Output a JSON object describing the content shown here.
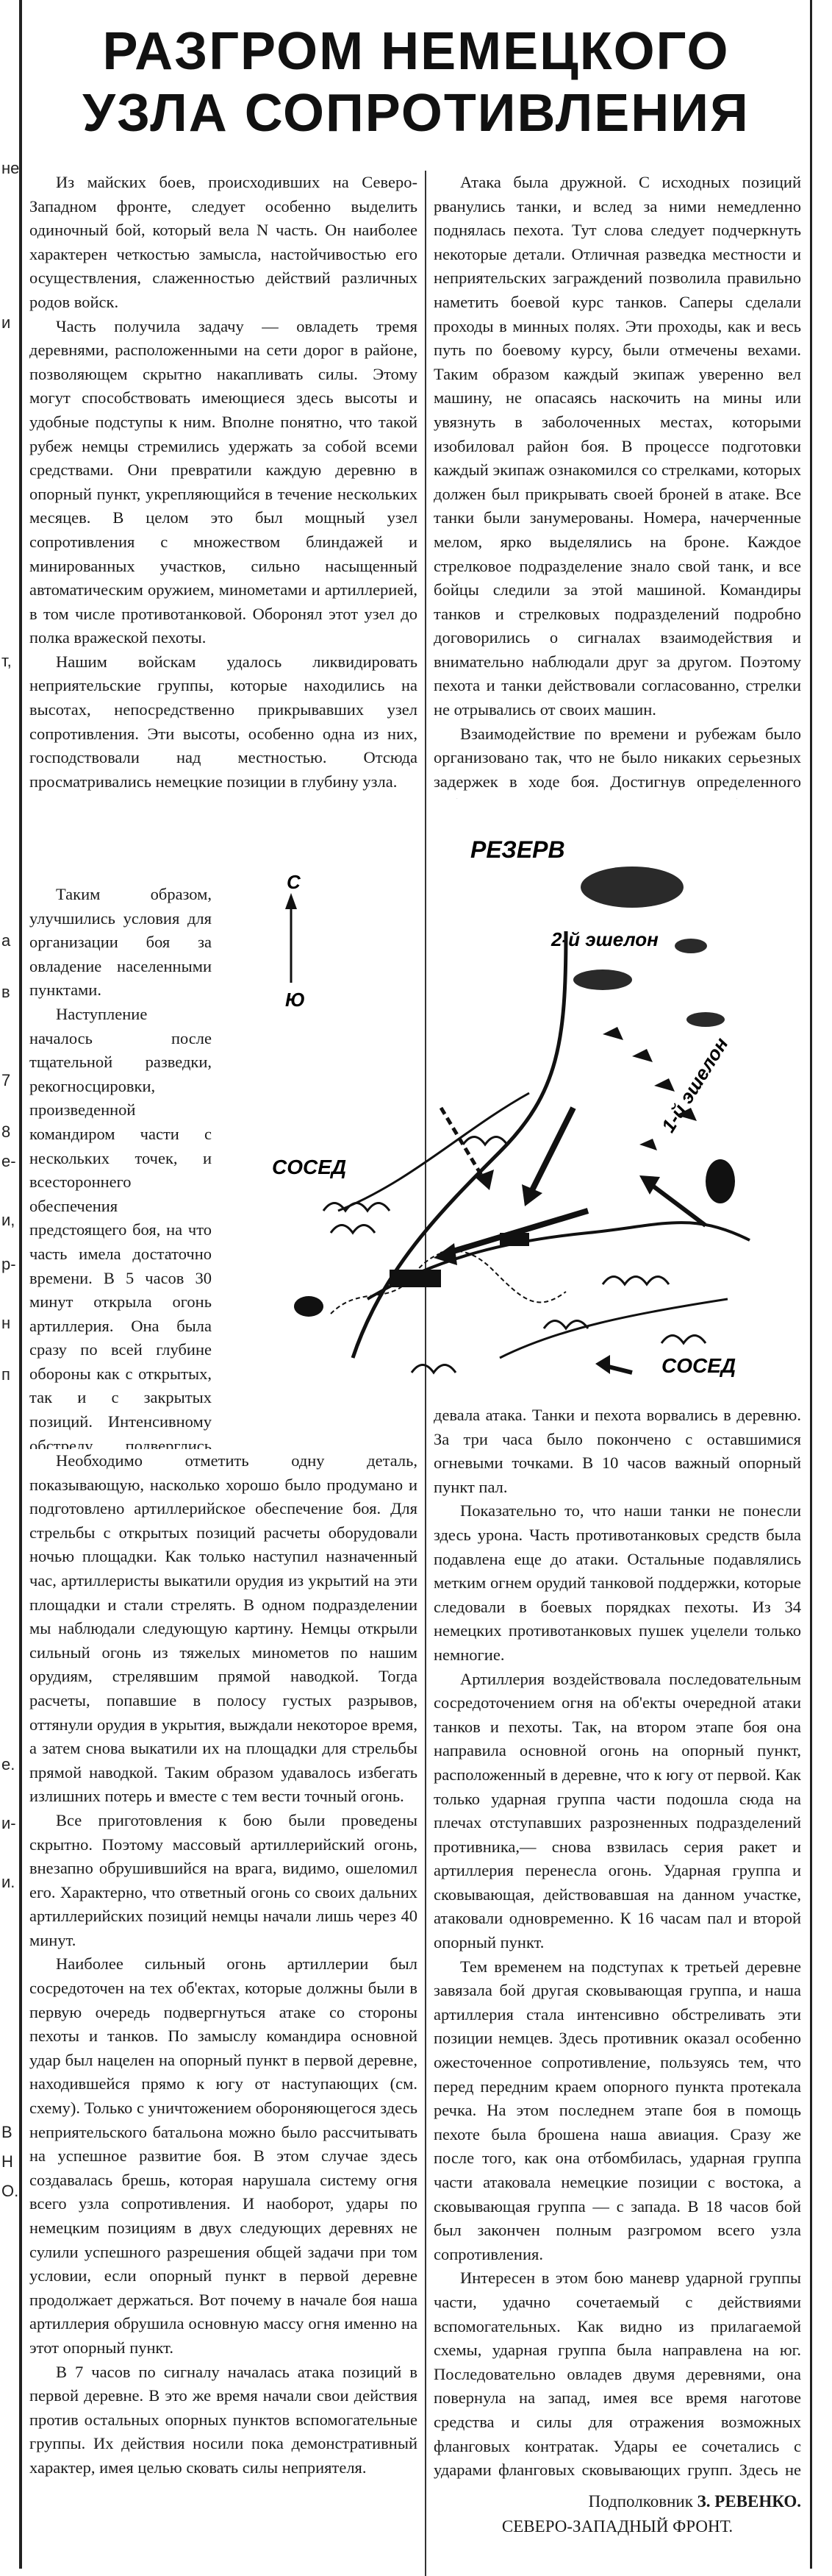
{
  "headline": "РАЗГРОМ НЕМЕЦКОГО УЗЛА СОПРОТИВЛЕНИЯ",
  "column1": [
    "Из майских боев, происходивших на Северо-Западном фронте, следует особенно выделить одиночный бой, который вела N часть. Он наиболее характерен четкостью замысла, настойчивостью его осуществления, слаженностью действий различных родов войск.",
    "Часть получила задачу — овладеть тремя деревнями, расположенными на сети дорог в районе, позволяющем скрытно накапливать силы. Этому могут способствовать имеющиеся здесь высоты и удобные подступы к ним. Вполне понятно, что такой рубеж немцы стремились удержать за собой всеми средствами. Они превратили каждую деревню в опорный пункт, укрепляющийся в течение нескольких месяцев. В целом это был мощный узел сопротивления с множеством блиндажей и минированных участков, сильно насыщенный автоматическим оружием, минометами и артиллерией, в том числе противотанковой. Оборонял этот узел до полка вражеской пехоты.",
    "Нашим войскам удалось ликвидировать неприятельские группы, которые находились на высотах, непосредственно прикрывавших узел сопротивления. Эти высоты, особенно одна из них, господствовали над местностью. Отсюда просматривались немецкие позиции в глубину узла."
  ],
  "narrow": [
    "Таким образом, улучшились условия для организации боя за овладение населенными пунктами.",
    "Наступление началось после тщательной разведки, рекогносцировки, произведенной командиром части с нескольких точек, и всестороннего обеспечения предстоящего боя, на что часть имела достаточно времени. В 5 часов 30 минут открыла огонь артиллерия. Она была сразу по всей глубине обороны как с открытых, так и с закрытых позиций. Интенсивному обстрелу подверглись блиндажи и огневые точки в трех вражеских опорных пунктах. Орудия большой мощности вели огонь по артиллерийским позициям немцев, находившимся далеко позади деревень."
  ],
  "column1b": [
    "Необходимо отметить одну деталь, показывающую, насколько хорошо было продумано и подготовлено артиллерийское обеспечение боя. Для стрельбы с открытых позиций расчеты оборудовали ночью площадки. Как только наступил назначенный час, артиллеристы выкатили орудия из укрытий на эти площадки и стали стрелять. В одном подразделении мы наблюдали следующую картину. Немцы открыли сильный огонь из тяжелых минометов по нашим орудиям, стрелявшим прямой наводкой. Тогда расчеты, попавшие в полосу густых разрывов, оттянули орудия в укрытия, выждали некоторое время, а затем снова выкатили их на площадки для стрельбы прямой наводкой. Таким образом удавалось избегать излишних потерь и вместе с тем вести точный огонь.",
    "Все приготовления к бою были проведены скрытно. Поэтому массовый артиллерийский огонь, внезапно обрушившийся на врага, видимо, ошеломил его. Характерно, что ответный огонь со своих дальних артиллерийских позиций немцы начали лишь через 40 минут.",
    "Наиболее сильный огонь артиллерии был сосредоточен на тех об'ектах, которые должны были в первую очередь подвергнуться атаке со стороны пехоты и танков. По замыслу командира основной удар был нацелен на опорный пункт в первой деревне, находившейся прямо к югу от наступающих (см. схему). Только с уничтожением обороняющегося здесь неприятельского батальона можно было рассчитывать на успешное развитие боя. В этом случае здесь создавалась брешь, которая нарушала систему огня всего узла сопротивления. И наоборот, удары по немецким позициям в двух следующих деревнях не сулили успешного разрешения общей задачи при том условии, если опорный пункт в первой деревне продолжает держаться. Вот почему в начале боя наша артиллерия обрушила основную массу огня именно на этот опорный пункт.",
    "В 7 часов по сигналу началась атака позиций в первой деревне. В это же время начали свои действия против остальных опорных пунктов вспомогательные группы. Их действия носили пока демонстративный характер, имея целью сковать силы неприятеля."
  ],
  "column2": [
    "Атака была дружной. С исходных позиций рванулись танки, и вслед за ними немедленно поднялась пехота. Тут слова следует подчеркнуть некоторые детали. Отличная разведка местности и неприятельских заграждений позволила правильно наметить боевой курс танков. Саперы сделали проходы в минных полях. Эти проходы, как и весь путь по боевому курсу, были отмечены вехами. Таким образом каждый экипаж уверенно вел машину, не опасаясь наскочить на мины или увязнуть в заболоченных местах, которыми изобиловал район боя. В процессе подготовки каждый экипаж ознакомился со стрелками, которых должен был прикрывать своей броней в атаке. Все танки были занумерованы. Номера, начерченные мелом, ярко выделялись на броне. Каждое стрелковое подразделение знало свой танк, и все бойцы следили за этой машиной. Командиры танков и стрелковых подразделений подробно договорились о сигналах взаимодействия и внимательно наблюдали друг за другом. Поэтому пехота и танки действовали согласованно, стрелки не отрывались от своих машин.",
    "Взаимодействие по времени и рубежам было организовано так, что не было никаких серьезных задержек в ходе боя. Достигнув определенного рубежа, пехота сигнальной ракетой обозначила момент переноса артиллерийского огня, и тотчас же после-"
  ],
  "column2b": [
    "девала атака. Танки и пехота ворвались в деревню. За три часа было покончено с оставшимися огневыми точками. В 10 часов важный опорный пункт пал.",
    "Показательно то, что наши танки не понесли здесь урона. Часть противотанковых средств была подавлена еще до атаки. Остальные подавлялись метким огнем орудий танковой поддержки, которые следовали в боевых порядках пехоты. Из 34 немецких противотанковых пушек уцелели только немногие.",
    "Артиллерия воздействовала последовательным сосредоточением огня на об'екты очередной атаки танков и пехоты. Так, на втором этапе боя она направила основной огонь на опорный пункт, расположенный в деревне, что к югу от первой. Как только ударная группа части подошла сюда на плечах отступавших разрозненных подразделений противника,— снова взвилась серия ракет и артиллерия перенесла огонь. Ударная группа и сковывающая, действовавшая на данном участке, атаковали одновременно. К 16 часам пал и второй опорный пункт.",
    "Тем временем на подступах к третьей деревне завязала бой другая сковывающая группа, и наша артиллерия стала интенсивно обстреливать эти позиции немцев. Здесь противник оказал особенно ожесточенное сопротивление, пользуясь тем, что перед передним краем опорного пункта протекала речка. На этом последнем этапе боя в помощь пехоте была брошена наша авиация. Сразу же после того, как она отбомбилась, ударная группа части атаковала немецкие позиции с востока, а сковывающая группа — с запада. В 18 часов бой был закончен полным разгромом всего узла сопротивления.",
    "Интересен в этом бою маневр ударной группы части, удачно сочетаемый с действиями вспомогательных. Как видно из прилагаемой схемы, ударная группа была направлена на юг. Последовательно овладев двумя деревнями, она повернула на запад, имея все время наготове средства и силы для отражения возможных фланговых контратак. Удары ее сочетались с ударами фланговых сковывающих групп. Здесь не было никаких заминок, не было топтания на месте, как это иногда наблюдается при слабом управлении войсками и плохо организованном взаимодействии."
  ],
  "signature": {
    "rank": "Подполковник",
    "name": "З. РЕВЕНКО.",
    "front": "СЕВЕРО-ЗАПАДНЫЙ ФРОНТ."
  },
  "map": {
    "reserve_label": "РЕЗЕРВ",
    "echelon2_label": "2-й эшелон",
    "echelon1_label": "1-й эшелон",
    "neighbor_left_label": "СОСЕД",
    "neighbor_right_label": "СОСЕД",
    "north_label": "С",
    "south_label": "Ю"
  },
  "edge_fragments": [
    "не",
    "и",
    "т,",
    "а",
    "в",
    "7",
    "8",
    "е-",
    "и,",
    "р-",
    "н",
    "п",
    "е.",
    "и-",
    "и.",
    "B",
    "Н",
    "O."
  ]
}
